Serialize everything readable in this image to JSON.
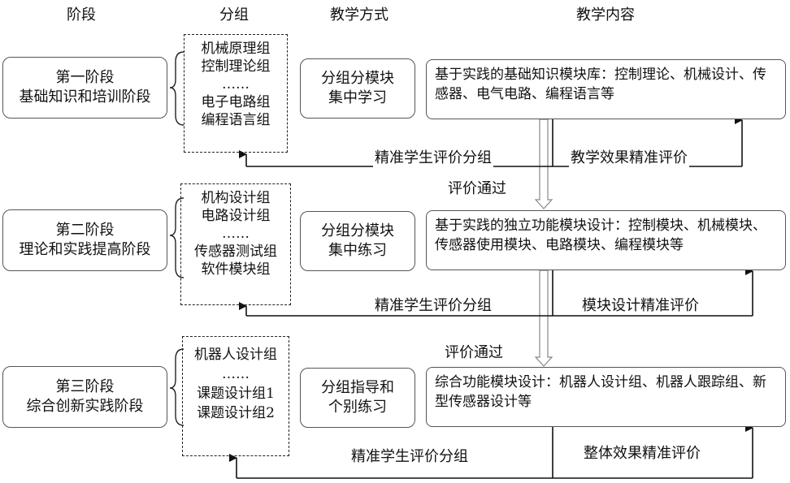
{
  "headers": {
    "stage": "阶段",
    "group": "分组",
    "method": "教学方式",
    "content": "教学内容"
  },
  "rows": [
    {
      "stage": [
        "第一阶段",
        "基础知识和培训阶段"
      ],
      "groups": [
        "机械原理组",
        "控制理论组",
        "……",
        "电子电路组",
        "编程语言组"
      ],
      "method": [
        "分组分模块",
        "集中学习"
      ],
      "content": "基于实践的基础知识模块库：控制理论、机械设计、传感器、电气电路、编程语言等",
      "feedback_left": "精准学生评价分组",
      "feedback_right": "教学效果精准评价",
      "pass": "评价通过"
    },
    {
      "stage": [
        "第二阶段",
        "理论和实践提高阶段"
      ],
      "groups": [
        "机构设计组",
        "电路设计组",
        "……",
        "传感器测试组",
        "软件模块组"
      ],
      "method": [
        "分组分模块",
        "集中练习"
      ],
      "content": "基于实践的独立功能模块设计：控制模块、机械模块、传感器使用模块、电路模块、编程模块等",
      "feedback_left": "精准学生评价分组",
      "feedback_right": "模块设计精准评价",
      "pass": "评价通过"
    },
    {
      "stage": [
        "第三阶段",
        "综合创新实践阶段"
      ],
      "groups": [
        "机器人设计组",
        "……",
        "课题设计组1",
        "课题设计组2"
      ],
      "method": [
        "分组指导和",
        "个别练习"
      ],
      "content": "综合功能模块设计：机器人设计组、机器人跟踪组、新型传感器设计等",
      "feedback_left": "精准学生评价分组",
      "feedback_right": "整体效果精准评价"
    }
  ]
}
